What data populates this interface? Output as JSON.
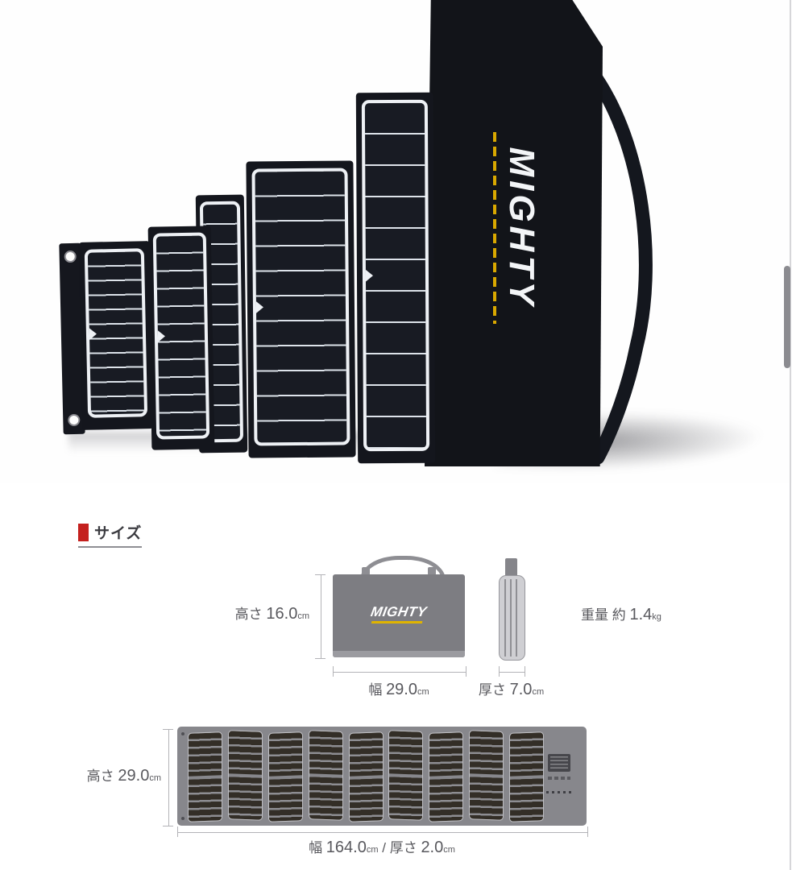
{
  "colors": {
    "accent_red": "#c4201e",
    "logo_yellow": "#d9a800",
    "panel_black": "#14161d",
    "diagram_gray": "#7d7d82",
    "label_gray": "#58585d"
  },
  "photo": {
    "logo_text": "MIGHTY",
    "panel_count": 5
  },
  "size_section": {
    "title": "サイズ",
    "folded": {
      "logo_text": "MIGHTY",
      "height": {
        "label": "高さ",
        "value": "16.0",
        "unit": "cm"
      },
      "width": {
        "label": "幅",
        "value": "29.0",
        "unit": "cm"
      },
      "thickness": {
        "label": "厚さ",
        "value": "7.0",
        "unit": "cm"
      },
      "weight": {
        "label": "重量 約",
        "value": "1.4",
        "unit": "kg"
      }
    },
    "unfolded": {
      "cell_count": 9,
      "height": {
        "label": "高さ",
        "value": "29.0",
        "unit": "cm"
      },
      "width": {
        "label": "幅",
        "value": "164.0",
        "unit": "cm"
      },
      "separator": " / ",
      "thickness": {
        "label": "厚さ",
        "value": "2.0",
        "unit": "cm"
      }
    }
  }
}
